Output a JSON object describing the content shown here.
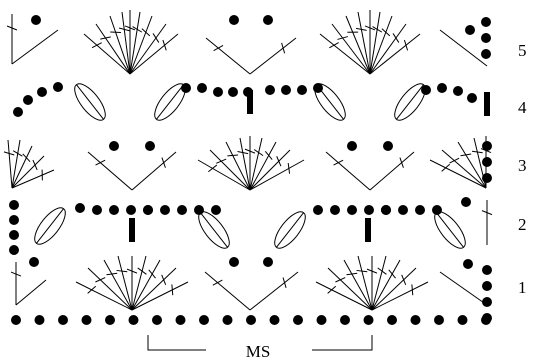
{
  "diagram": {
    "row_labels": [
      "5",
      "4",
      "3",
      "2",
      "1"
    ],
    "repeat_label": "MS"
  },
  "legend_symbols": [
    "chain-dot-icon",
    "dc-cross-icon",
    "long-leaf-icon",
    "post-bar-icon"
  ]
}
